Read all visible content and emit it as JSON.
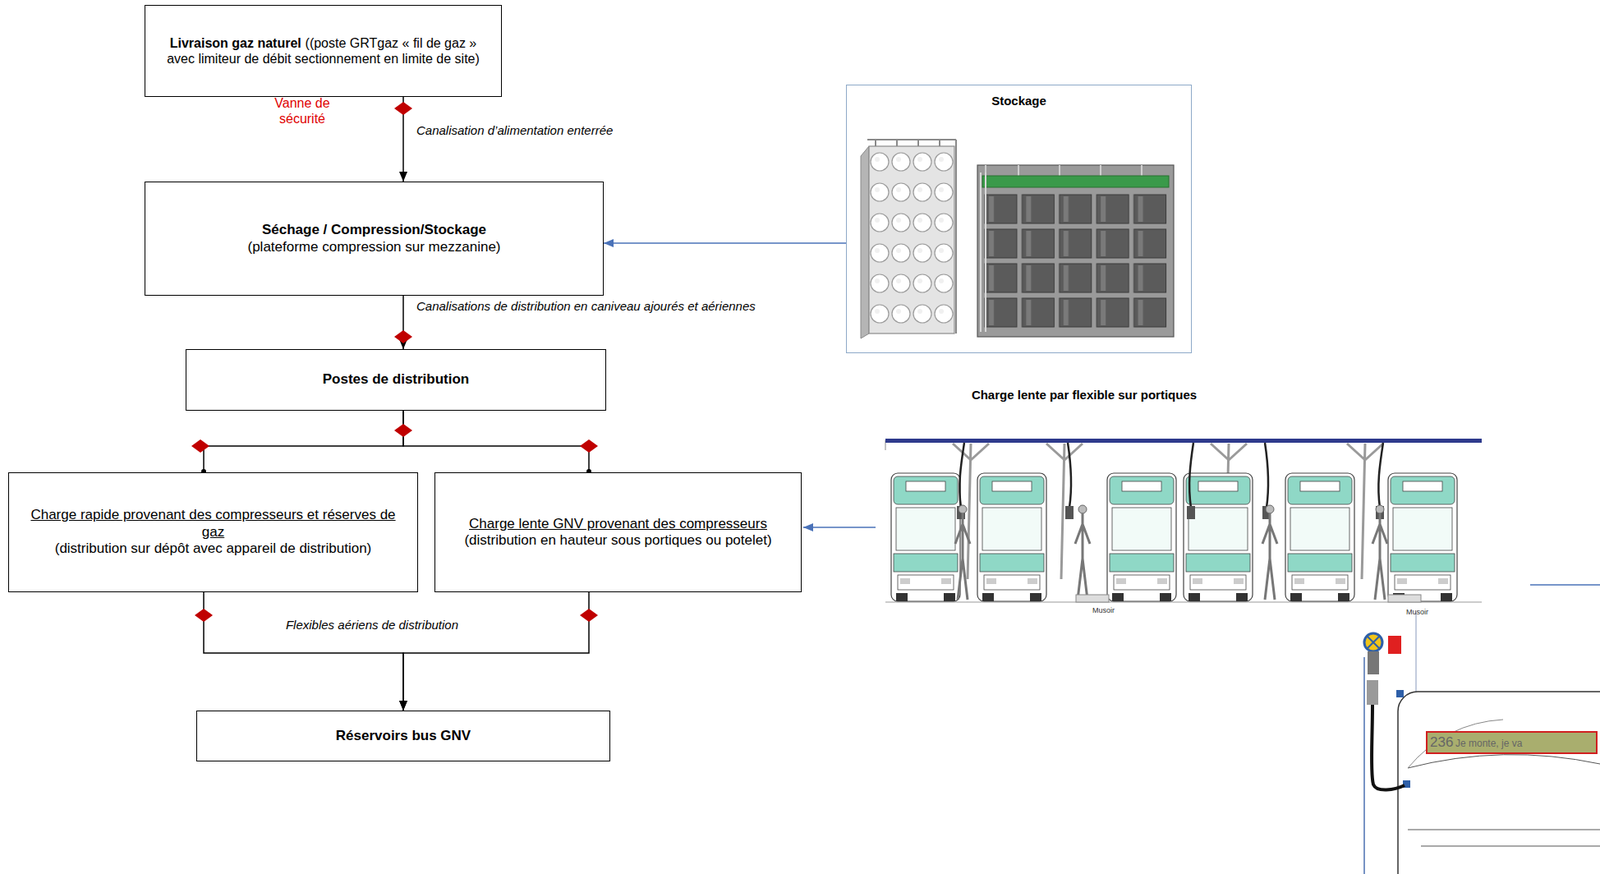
{
  "diagram": {
    "nodes": [
      {
        "text": [
          "Livraison gaz naturel",
          "((poste GRTgaz « fil de gaz » avec limiteur de débit sectionnement en limite de site)"
        ]
      },
      {
        "text": [
          "Séchage / Compression/Stockage",
          "(plateforme compression sur mezzanine)"
        ]
      },
      {
        "text": [
          "Postes de distribution"
        ]
      },
      {
        "text": [
          "Charge rapide provenant des compresseurs et réserves de gaz",
          "(distribution sur dépôt avec appareil de distribution)"
        ]
      },
      {
        "text": [
          "Charge lente GNV provenant des compresseurs",
          "(distribution en hauteur sous portiques ou potelet)"
        ]
      },
      {
        "text": [
          "Réservoirs bus GNV"
        ]
      },
      {
        "text": [
          "Stockage"
        ]
      }
    ],
    "edges": [
      {
        "from": 0,
        "to": 1,
        "arrow": "to",
        "label": "Canalisation d’alimentation enterrée"
      },
      {
        "from": 1,
        "to": 2,
        "arrow": "to",
        "label": "Canalisations de distribution en caniveau ajourés et aériennes"
      },
      {
        "from": 2,
        "to": 3,
        "arrow": "none"
      },
      {
        "from": 2,
        "to": 4,
        "arrow": "none"
      },
      {
        "from": 3,
        "to": 5,
        "arrow": "to",
        "label": "Flexibles aériens de distribution"
      },
      {
        "from": 4,
        "to": 5,
        "arrow": "to"
      },
      {
        "from": 6,
        "to": 1,
        "arrow": "to"
      }
    ],
    "labels": [
      "Vanne de sécurité",
      "Charge lente par flexible sur portiques",
      "Musoir",
      "Musoir",
      "236",
      "Je monte, je va"
    ]
  }
}
